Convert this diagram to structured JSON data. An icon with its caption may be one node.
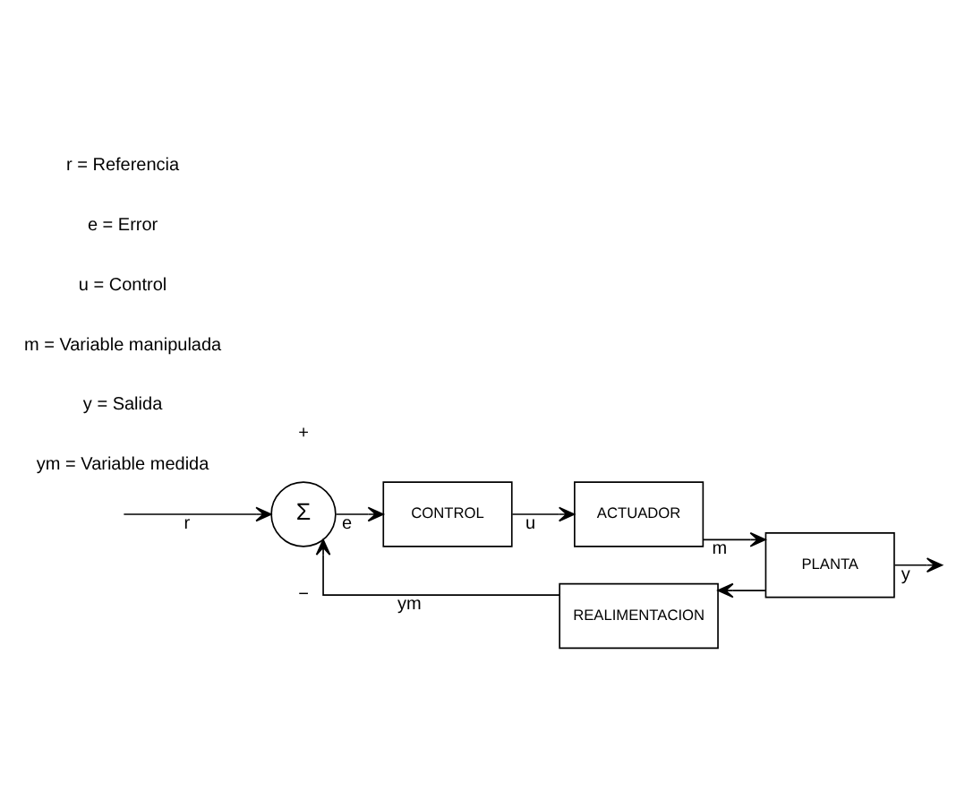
{
  "diagram": {
    "nodes": [
      {
        "text": [
          "Σ"
        ]
      },
      {
        "text": [
          "CONTROL"
        ]
      },
      {
        "text": [
          "ACTUADOR"
        ]
      },
      {
        "text": [
          "PLANTA"
        ]
      },
      {
        "text": [
          "REALIMENTACION"
        ]
      }
    ],
    "edges": [
      {
        "from": null,
        "to": 0,
        "label": "r",
        "arrow": "to"
      },
      {
        "from": 0,
        "to": 1,
        "label": "e",
        "arrow": "to"
      },
      {
        "from": 1,
        "to": 2,
        "label": "u",
        "arrow": "to"
      },
      {
        "from": 2,
        "to": 3,
        "label": "m",
        "arrow": "to"
      },
      {
        "from": 3,
        "to": null,
        "label": "y",
        "arrow": "to"
      },
      {
        "from": 3,
        "to": 4,
        "arrow": "to"
      },
      {
        "from": 4,
        "to": 0,
        "label": "ym",
        "arrow": "to"
      }
    ],
    "labels": [
      "+",
      "−",
      "r = Referencia",
      "e = Error",
      "u = Control",
      "m = Variable manipulada",
      "y = Salida",
      "ym = Variable medida"
    ]
  }
}
